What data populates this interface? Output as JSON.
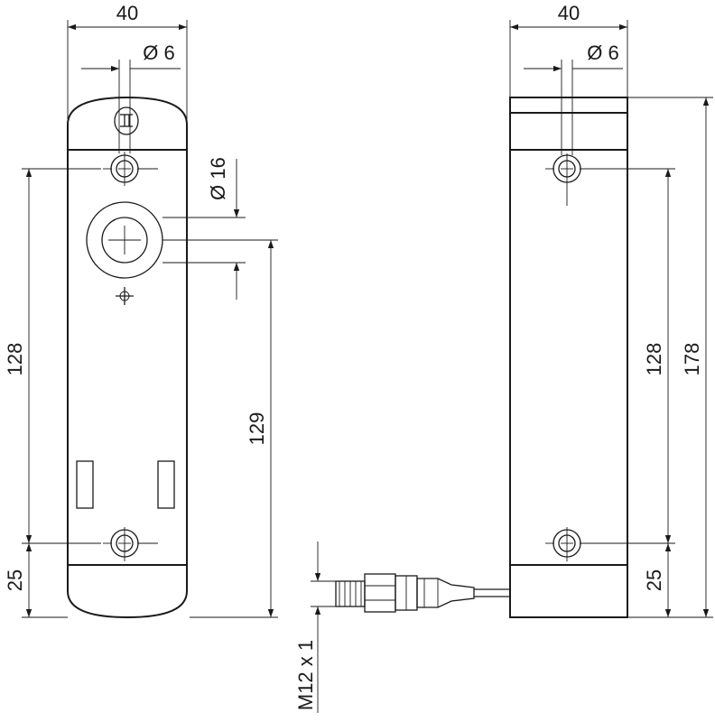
{
  "front_view": {
    "width_label": "40",
    "small_hole_label": "Ø 6",
    "large_hole_label": "Ø 16",
    "hole_spacing_label": "128",
    "bottom_offset_label": "25",
    "center_height_label": "129"
  },
  "side_view": {
    "width_label": "40",
    "small_hole_label": "Ø 6",
    "hole_spacing_label": "128",
    "bottom_offset_label": "25",
    "total_height_label": "178",
    "connector_label": "M12 x 1"
  },
  "colors": {
    "line": "#1a1a1a",
    "background": "#ffffff"
  }
}
